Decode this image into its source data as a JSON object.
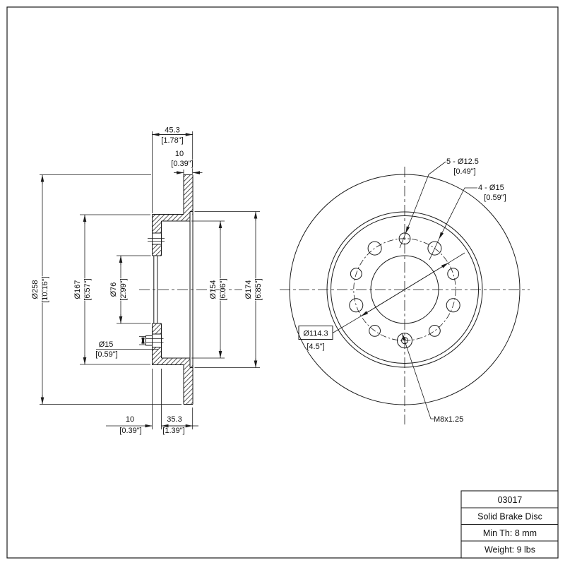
{
  "colors": {
    "line": "#1a1a1a",
    "background": "#ffffff"
  },
  "section": {
    "total_width": {
      "mm": "45.3",
      "inch": "[1.78\"]"
    },
    "ring_thickness": {
      "mm": "10",
      "inch": "[0.39\"]"
    },
    "outer_dia": {
      "mm": "Ø258",
      "inch": "[10.16\"]"
    },
    "hat_dia": {
      "mm": "Ø167",
      "inch": "[6.57\"]"
    },
    "bore_dia": {
      "mm": "Ø76",
      "inch": "[2.99\"]"
    },
    "inner_dia_154": {
      "mm": "Ø154",
      "inch": "[6.06\"]"
    },
    "inner_dia_174": {
      "mm": "Ø174",
      "inch": "[6.85\"]"
    },
    "hole_dia": {
      "mm": "Ø15",
      "inch": "[0.59\"]"
    },
    "hat_depth": {
      "mm": "10",
      "inch": "[0.39\"]"
    },
    "mount_offset": {
      "mm": "35.3",
      "inch": "[1.39\"]"
    }
  },
  "front": {
    "lug_holes": {
      "mm": "5 - Ø12.5",
      "inch": "[0.49\"]"
    },
    "holes_15": {
      "mm": "4 - Ø15",
      "inch": "[0.59\"]"
    },
    "bolt_circle": {
      "mm": "Ø114.3",
      "inch": "[4.5\"]"
    },
    "thread": "M8x1.25"
  },
  "title_block": {
    "part_number": "03017",
    "description": "Solid Brake Disc",
    "min_thickness": "Min Th: 8 mm",
    "weight": "Weight: 9 lbs"
  }
}
